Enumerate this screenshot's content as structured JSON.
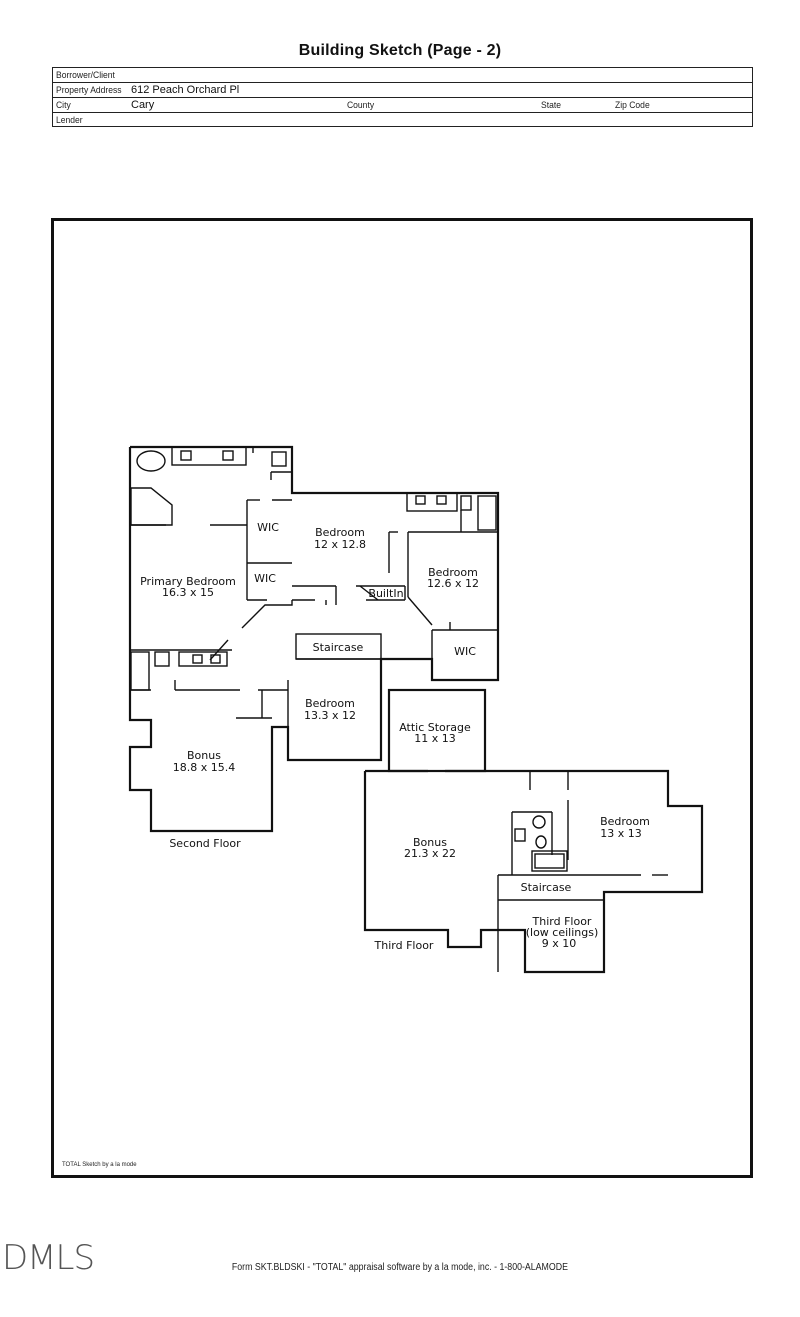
{
  "title": "Building Sketch (Page - 2)",
  "header": {
    "borrower_label": "Borrower/Client",
    "borrower_value": "",
    "address_label": "Property Address",
    "address_value": "612 Peach Orchard Pl",
    "city_label": "City",
    "city_value": "Cary",
    "county_label": "County",
    "state_label": "State",
    "zip_label": "Zip Code",
    "lender_label": "Lender"
  },
  "second_floor": {
    "label": "Second Floor",
    "rooms": {
      "primary_name": "Primary Bedroom",
      "primary_dim": "16.3 x 15",
      "wic1": "WIC",
      "wic2": "WIC",
      "bed1_name": "Bedroom",
      "bed1_dim": "12 x 12.8",
      "bed2_name": "Bedroom",
      "bed2_dim": "12.6 x 12",
      "builtin": "BuiltIn",
      "wic3": "WIC",
      "staircase": "Staircase",
      "bed3_name": "Bedroom",
      "bed3_dim": "13.3 x 12",
      "bonus_name": "Bonus",
      "bonus_dim": "18.8 x 15.4"
    }
  },
  "third_floor": {
    "label": "Third Floor",
    "rooms": {
      "attic_name": "Attic Storage",
      "attic_dim": "11 x 13",
      "bonus_name": "Bonus",
      "bonus_dim": "21.3 x 22",
      "bed_name": "Bedroom",
      "bed_dim": "13 x 13",
      "staircase": "Staircase",
      "third_name": "Third Floor",
      "third_note": "(low ceilings)",
      "third_dim": "9 x 10"
    }
  },
  "credit": "TOTAL Sketch by a la mode",
  "logo": "DMLS",
  "footer": "Form SKT.BLDSKI - \"TOTAL\" appraisal software by a la mode, inc. - 1-800-ALAMODE"
}
